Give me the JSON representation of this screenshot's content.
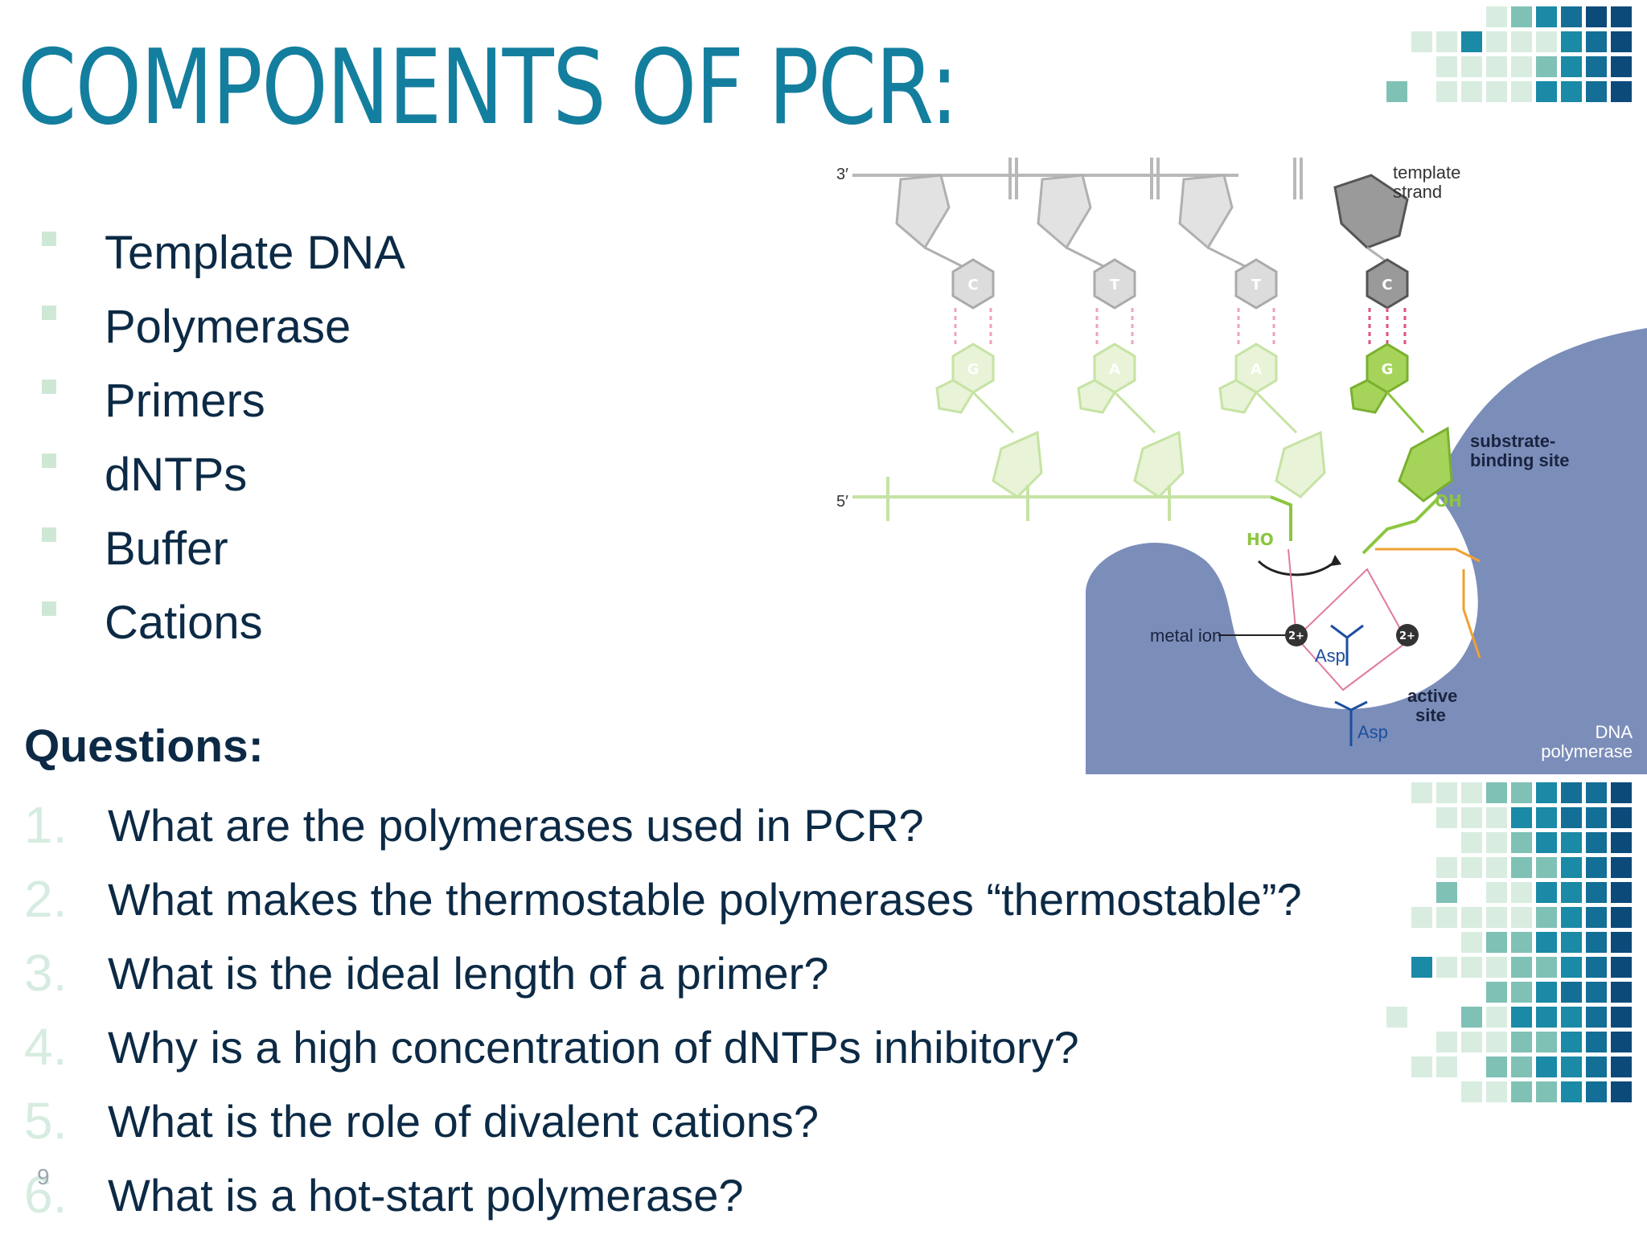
{
  "slide": {
    "title": "COMPONENTS OF PCR:",
    "page_number": "9"
  },
  "components": [
    "Template DNA",
    "Polymerase",
    "Primers",
    "dNTPs",
    "Buffer",
    "Cations"
  ],
  "questions_heading": "Questions:",
  "questions": [
    {
      "num": "1.",
      "text": "What are the polymerases used in PCR?"
    },
    {
      "num": "2.",
      "text": "What makes the thermostable polymerases “thermostable”?"
    },
    {
      "num": "3.",
      "text": "What is the ideal length of a primer?"
    },
    {
      "num": "4.",
      "text": "Why is a high concentration of dNTPs inhibitory?"
    },
    {
      "num": "5.",
      "text": "What is the role of divalent cations?"
    },
    {
      "num": "6.",
      "text": "What is a hot-start polymerase?"
    }
  ],
  "figure": {
    "label_3prime": "3′",
    "label_5prime": "5′",
    "template_strand_line1": "template",
    "template_strand_line2": "strand",
    "substrate_line1": "substrate-",
    "substrate_line2": "binding site",
    "metal_ion": "metal ion",
    "active_line1": "active",
    "active_line2": "site",
    "polymerase_line1": "DNA",
    "polymerase_line2": "polymerase",
    "asp": "Asp",
    "ion_charge": "2+",
    "oh": "OH",
    "ho": "HO",
    "bases_template": [
      "C",
      "T",
      "T",
      "C"
    ],
    "bases_primer": [
      "G",
      "A",
      "A",
      "G"
    ]
  },
  "colors": {
    "title": "#147e9e",
    "text": "#0c2a45",
    "polymerase": "#7b8db9",
    "primer_green": "#8cc63f",
    "phosphate_orange": "#f0a030",
    "mosaic": [
      "#d8ede0",
      "#7fc1b5",
      "#1a8aa6",
      "#136f96",
      "#0c4a7a"
    ]
  }
}
